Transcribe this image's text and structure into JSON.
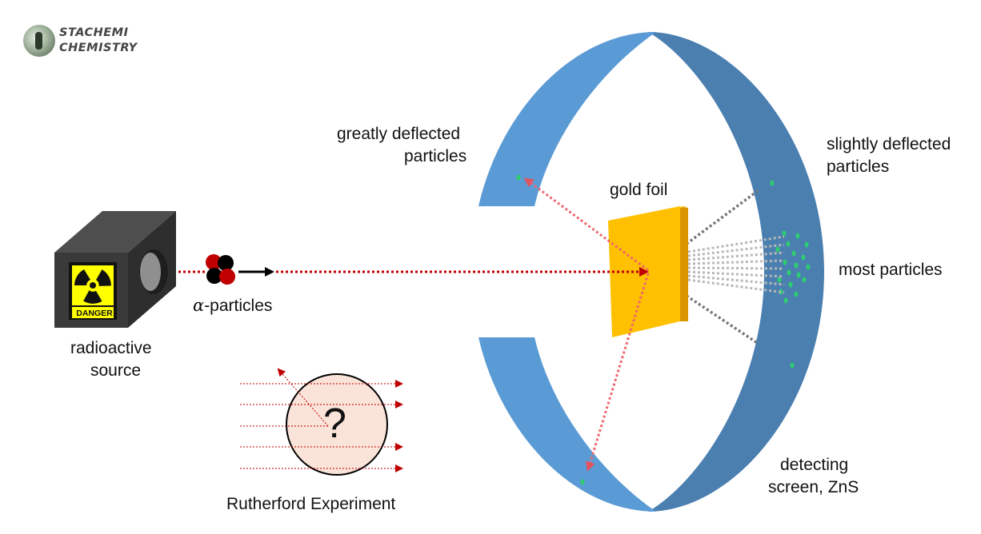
{
  "brand": {
    "line1": "STACHEMI",
    "line2": "CHEMISTRY"
  },
  "labels": {
    "greatly_deflected_1": "greatly deflected",
    "greatly_deflected_2": "particles",
    "slightly_deflected_1": "slightly deflected",
    "slightly_deflected_2": "particles",
    "gold_foil": "gold foil",
    "most_particles": "most particles",
    "alpha_symbol": "α",
    "alpha_rest": "-particles",
    "source_1": "radioactive",
    "source_2": "source",
    "screen_1": "detecting",
    "screen_2": "screen, ZnS",
    "experiment_title": "Rutherford Experiment",
    "danger": "DANGER",
    "question": "?"
  },
  "colors": {
    "ring_left": "#5b9bd5",
    "ring_right": "#4a7fb0",
    "foil": "#ffc000",
    "beam": "#f0676e",
    "alpha_beam": "#c00000",
    "flash": "#2ecc71",
    "atom_fill": "#fae3d9"
  },
  "icons": {
    "source": "radiation-icon",
    "logo": "scientist-logo-icon"
  }
}
